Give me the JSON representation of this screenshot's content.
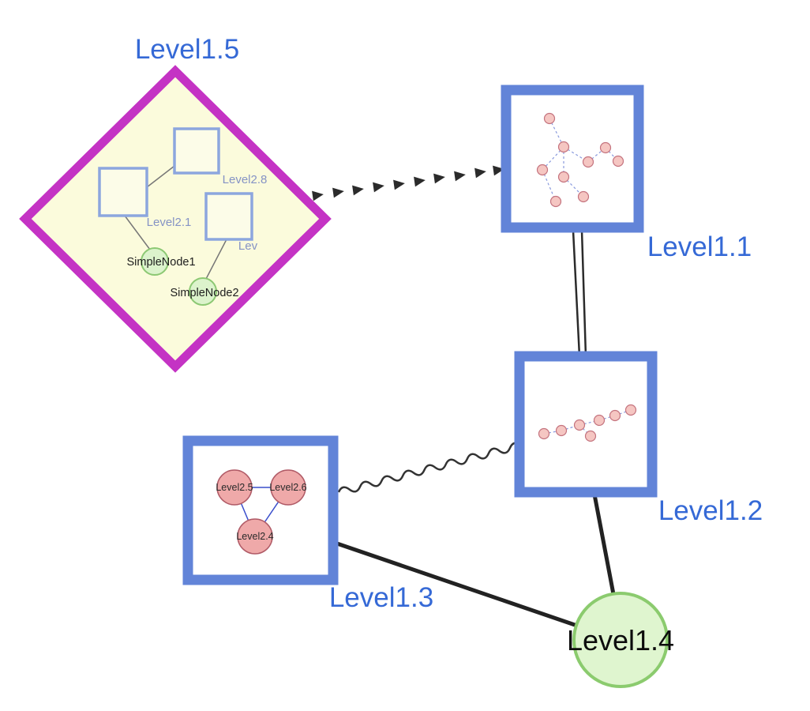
{
  "labels": {
    "level1_1": "Level1.1",
    "level1_2": "Level1.2",
    "level1_3": "Level1.3",
    "level1_4": "Level1.4",
    "level1_5": "Level1.5"
  },
  "level1_5_contents": {
    "square_labels": [
      "Level2.8",
      "Level2.1",
      "Lev"
    ],
    "node_labels": [
      "SimpleNode1",
      "SimpleNode2"
    ],
    "inner_edges": [
      {
        "from": "Level2.1",
        "to": "Level2.8"
      },
      {
        "from": "Level2.1",
        "to": "SimpleNode1"
      },
      {
        "from": "Lev",
        "to": "SimpleNode2"
      }
    ]
  },
  "level1_3_contents": {
    "node_labels": [
      "Level2.5",
      "Level2.6",
      "Level2.4"
    ],
    "inner_edges": [
      {
        "from": "Level2.5",
        "to": "Level2.6"
      },
      {
        "from": "Level2.5",
        "to": "Level2.4"
      },
      {
        "from": "Level2.6",
        "to": "Level2.4"
      }
    ]
  },
  "edges": [
    {
      "from": "Level1.5",
      "to": "Level1.1",
      "style": "dashed-arrow-chain"
    },
    {
      "from": "Level1.1",
      "to": "Level1.2",
      "style": "double-line"
    },
    {
      "from": "Level1.3",
      "to": "Level1.2",
      "style": "wavy"
    },
    {
      "from": "Level1.3",
      "to": "Level1.4",
      "style": "solid"
    },
    {
      "from": "Level1.2",
      "to": "Level1.4",
      "style": "solid"
    }
  ],
  "colors": {
    "group_border_blue": "#6284D8",
    "inner_square_border": "#8CA6DE",
    "label_blue": "#3569D6",
    "diamond_border_magenta": "#C433C4",
    "diamond_fill_yellow": "#FBFBDC",
    "green_node_fill": "#DCF3CC",
    "green_node_border": "#8CC873",
    "pink_node_fill": "#EFA9A9",
    "pink_node_border": "#C4737E",
    "subgraph_node_fill": "#F5C6C2",
    "edge_black": "#2B2B2B"
  }
}
